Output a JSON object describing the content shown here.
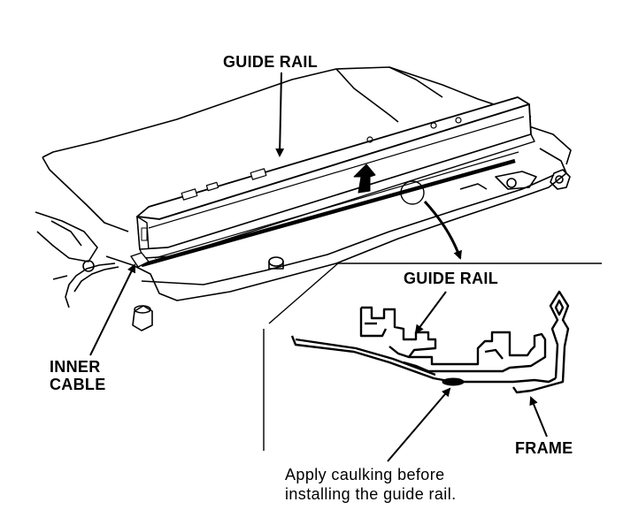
{
  "labels": {
    "guide_rail_top": "GUIDE RAIL",
    "guide_rail_detail": "GUIDE RAIL",
    "inner_cable_line1": "INNER",
    "inner_cable_line2": "CABLE",
    "frame": "FRAME",
    "caulking_line1": "Apply caulking before",
    "caulking_line2": "installing the guide rail."
  },
  "colors": {
    "ink": "#000000",
    "paper": "#ffffff"
  }
}
